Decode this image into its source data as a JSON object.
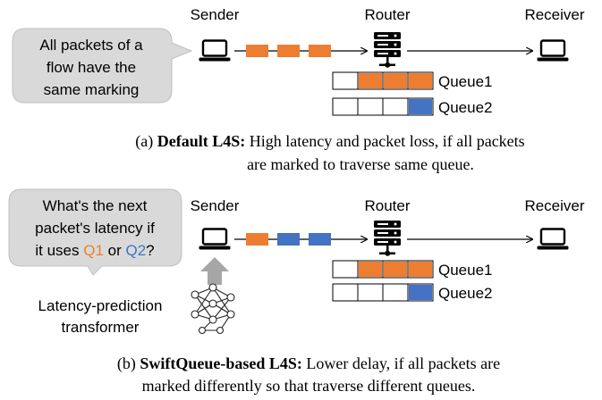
{
  "panel_a": {
    "nodes": {
      "sender": "Sender",
      "router": "Router",
      "receiver": "Receiver"
    },
    "bubble_lines": [
      "All packets of a",
      "flow have the",
      "same marking"
    ],
    "queue1_label": "Queue1",
    "queue2_label": "Queue2",
    "caption_prefix": "(a) ",
    "caption_bold": "Default L4S:",
    "caption_line1_rest": " High latency and packet loss, if all packets",
    "caption_line2": "are marked to traverse same queue."
  },
  "panel_b": {
    "nodes": {
      "sender": "Sender",
      "router": "Router",
      "receiver": "Receiver"
    },
    "bubble_line1": "What's the next",
    "bubble_line2": "packet's latency if",
    "bubble_line3_pre": "it uses ",
    "bubble_q1": "Q1",
    "bubble_or": " or ",
    "bubble_q2": "Q2",
    "bubble_end": "?",
    "model_label_line1": "Latency-prediction",
    "model_label_line2": "transformer",
    "queue1_label": "Queue1",
    "queue2_label": "Queue2",
    "caption_prefix": "(b) ",
    "caption_bold": "SwiftQueue-based L4S:",
    "caption_line1_rest": " Lower delay, if all packets are",
    "caption_line2": "marked differently so that traverse different queues."
  },
  "colors": {
    "orange": "#ED7D31",
    "blue": "#4472C4",
    "bubble_fill": "#D9D9D9",
    "arrow_gray": "#A6A6A6"
  }
}
